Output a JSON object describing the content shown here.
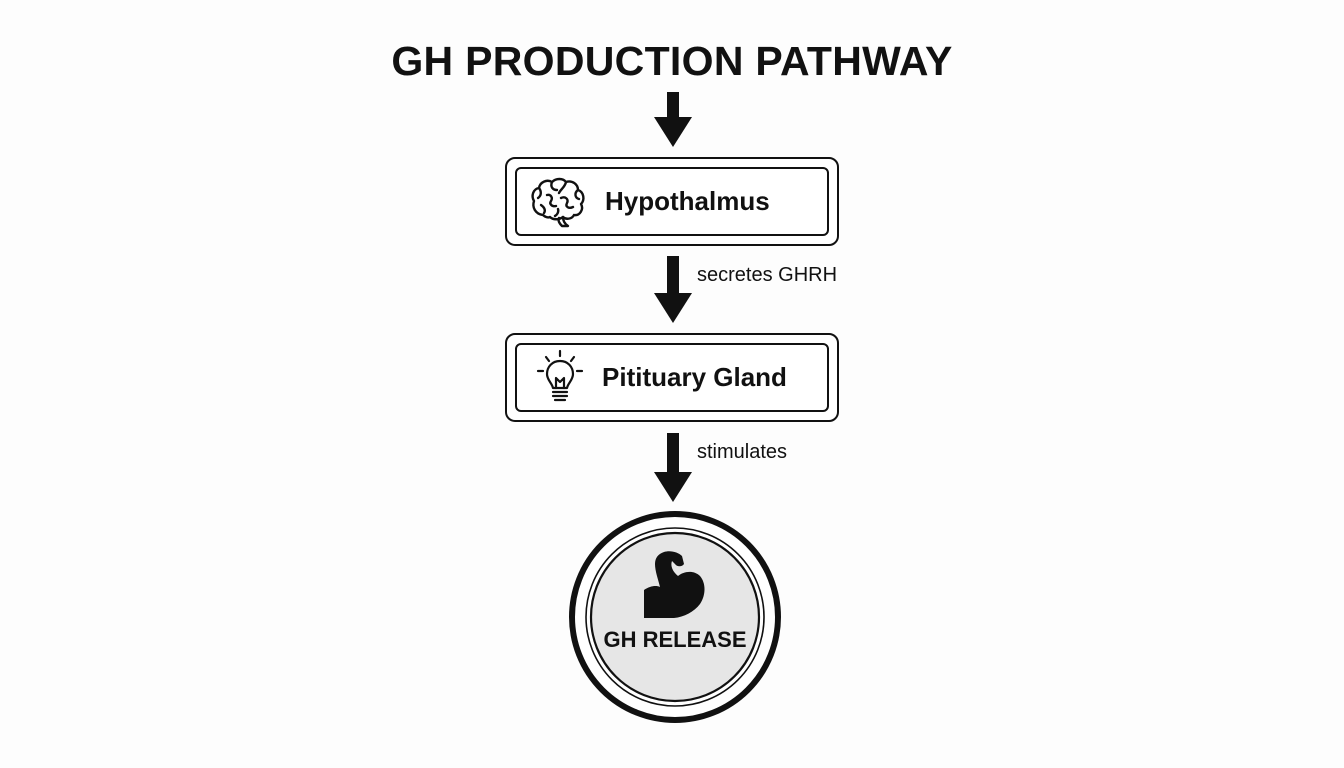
{
  "title": "GH PRODUCTION PATHWAY",
  "nodes": {
    "hypothalmus": {
      "label": "Hypothalmus",
      "icon": "brain-icon"
    },
    "pituitary": {
      "label": "Pitituary Gland",
      "icon": "lightbulb-icon"
    },
    "release": {
      "label": "GH RELEASE",
      "icon": "flexed-bicep-icon"
    }
  },
  "edges": {
    "first": "secretes GHRH",
    "second": "stimulates"
  },
  "colors": {
    "stroke": "#111111",
    "background": "#fdfdfd",
    "circle_fill": "#e6e6e6"
  }
}
